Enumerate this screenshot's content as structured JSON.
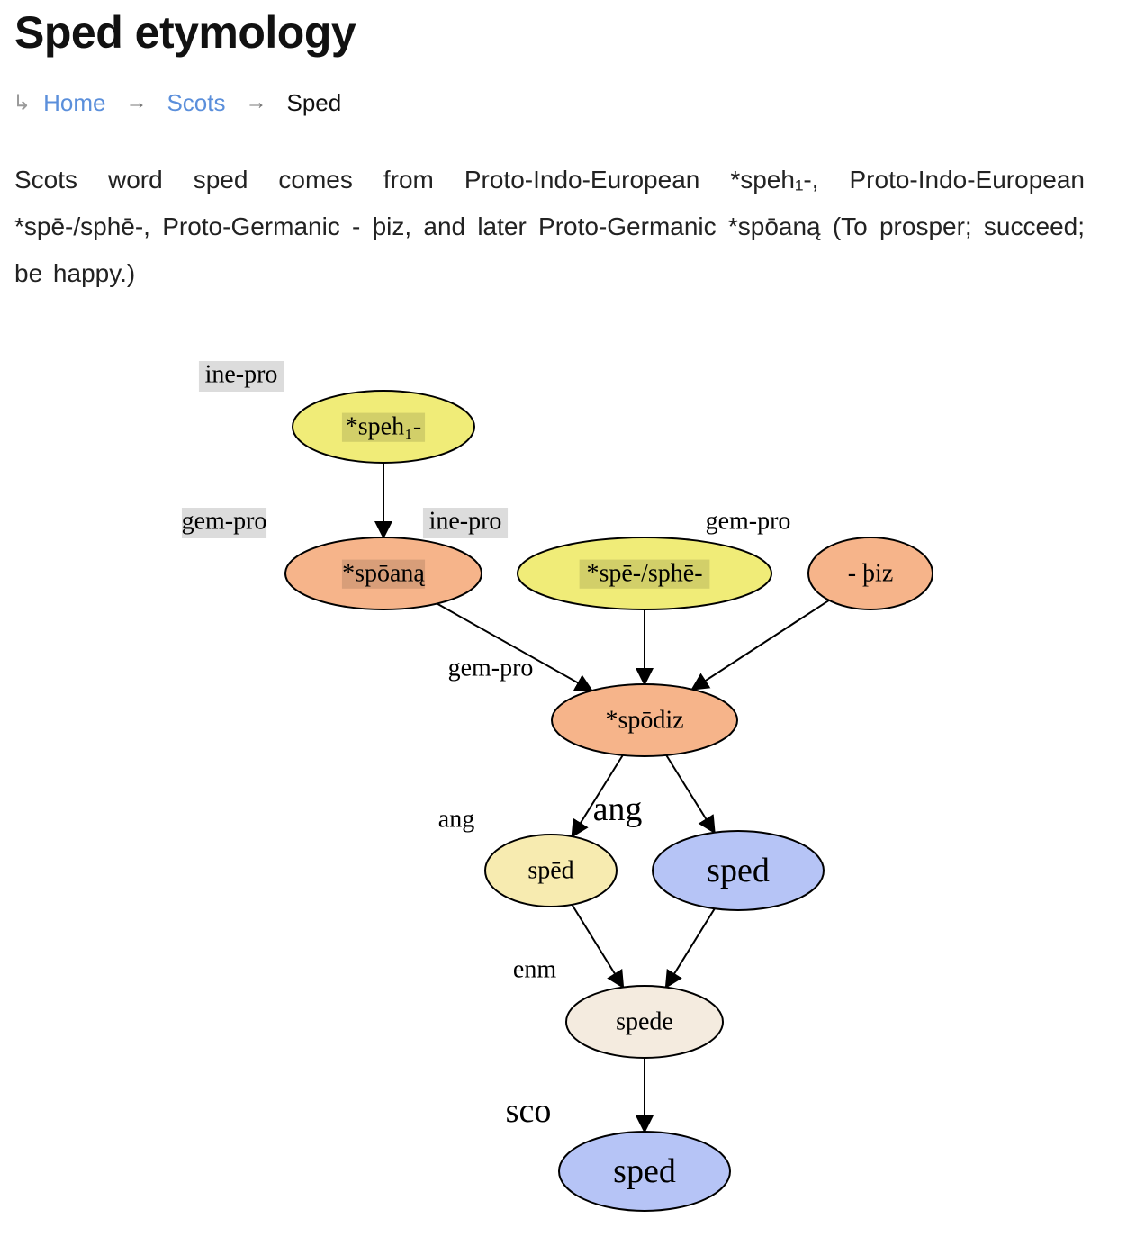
{
  "page": {
    "title": "Sped etymology"
  },
  "breadcrumb": {
    "lead_icon": "corner-down-right-icon",
    "separator_icon": "arrow-right-icon",
    "items": [
      {
        "label": "Home",
        "link": true
      },
      {
        "label": "Scots",
        "link": true
      },
      {
        "label": "Sped",
        "link": false
      }
    ]
  },
  "summary": {
    "text": "Scots word sped comes from Proto-Indo-European *speh₁-, Proto-Indo-European *spē-/sphē-, Proto-Germanic - þiz, and later Proto-Germanic *spōaną (To prosper; succeed; be happy.)"
  },
  "colors": {
    "ine-pro": "#f0ec78",
    "gem-pro": "#f6b48a",
    "ang": "#f7ebb0",
    "enm": "#f4ebdf",
    "sco": "#b6c4f6",
    "label_highlight": "#dcdcdc",
    "link": "#5b8fdb"
  },
  "diagram": {
    "nodes": [
      {
        "id": "speh1",
        "word": "*speh₁-",
        "lang": "ine-pro"
      },
      {
        "id": "spoana",
        "word": "*spōaną",
        "lang": "gem-pro"
      },
      {
        "id": "spe-sphe",
        "word": "*spē-/sphē-",
        "lang": "ine-pro"
      },
      {
        "id": "thiz",
        "word": "- þiz",
        "lang": "gem-pro"
      },
      {
        "id": "spodiz",
        "word": "*spōdiz",
        "lang": "gem-pro"
      },
      {
        "id": "sped-ang",
        "word": "spēd",
        "lang": "ang"
      },
      {
        "id": "sped-sco-1",
        "word": "sped",
        "lang": "sco"
      },
      {
        "id": "spede",
        "word": "spede",
        "lang": "enm"
      },
      {
        "id": "sped-sco-2",
        "word": "sped",
        "lang": "sco"
      }
    ],
    "language_labels": [
      {
        "id": "l1",
        "text": "ine-pro",
        "highlight": true
      },
      {
        "id": "l2",
        "text": "gem-pro",
        "highlight": true
      },
      {
        "id": "l3",
        "text": "ine-pro",
        "highlight": true
      },
      {
        "id": "l4",
        "text": "gem-pro",
        "highlight": false
      },
      {
        "id": "l5",
        "text": "gem-pro",
        "highlight": false
      },
      {
        "id": "l6",
        "text": "ang",
        "highlight": false
      },
      {
        "id": "l7",
        "text": "ang",
        "highlight": false
      },
      {
        "id": "l8",
        "text": "enm",
        "highlight": false
      },
      {
        "id": "l9",
        "text": "sco",
        "highlight": false
      }
    ],
    "edges": [
      {
        "from": "speh1",
        "to": "spoana"
      },
      {
        "from": "spoana",
        "to": "spodiz"
      },
      {
        "from": "spe-sphe",
        "to": "spodiz"
      },
      {
        "from": "thiz",
        "to": "spodiz"
      },
      {
        "from": "spodiz",
        "to": "sped-ang"
      },
      {
        "from": "spodiz",
        "to": "sped-sco-1"
      },
      {
        "from": "sped-ang",
        "to": "spede"
      },
      {
        "from": "sped-sco-1",
        "to": "spede"
      },
      {
        "from": "spede",
        "to": "sped-sco-2"
      }
    ]
  }
}
